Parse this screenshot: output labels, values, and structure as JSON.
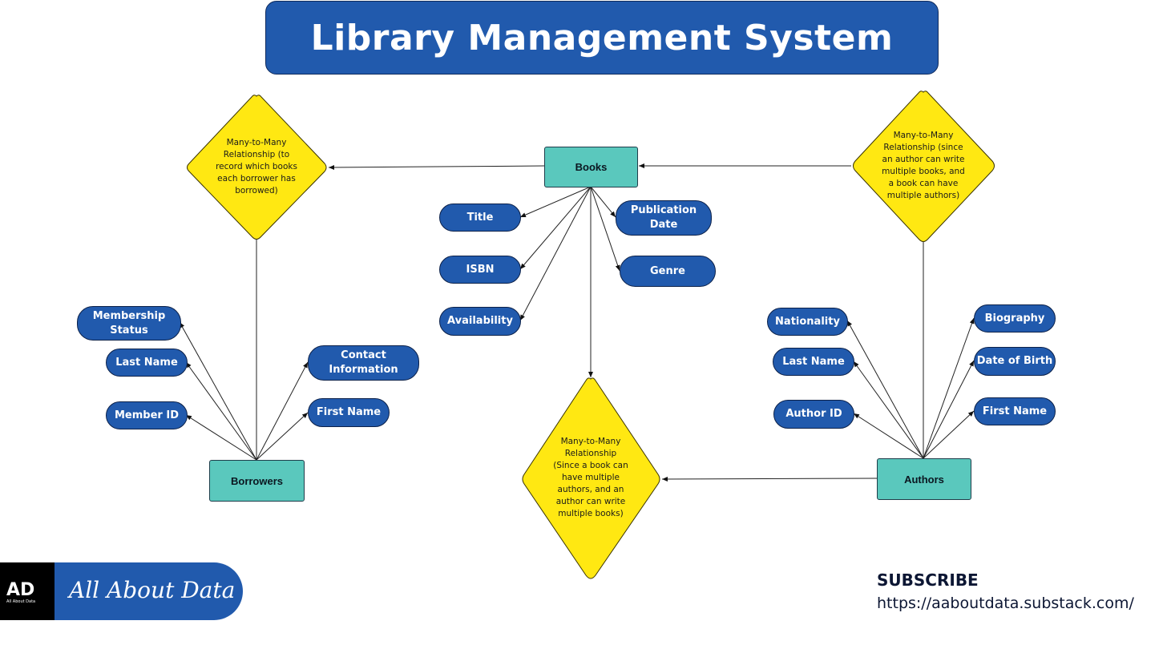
{
  "title": "Library Management System",
  "colors": {
    "banner": "#215aad",
    "entity": "#5ac8bd",
    "attribute": "#215aad",
    "relationship": "#ffe812",
    "text_dark": "#0c1633"
  },
  "entities": {
    "books": "Books",
    "borrowers": "Borrowers",
    "authors": "Authors"
  },
  "relationships": {
    "borrow": "Many-to-Many\nRelationship (to\nrecord which books\neach borrower has\nborrowed)",
    "write": "Many-to-Many\nRelationship (since\nan author can write\nmultiple books, and\na book can have\nmultiple authors)",
    "authorship": "Many-to-Many\nRelationship\n(Since a book can\nhave multiple\nauthors, and an\nauthor can write\nmultiple books)"
  },
  "attributes": {
    "books": {
      "title": "Title",
      "isbn": "ISBN",
      "availability": "Availability",
      "publication_date": "Publication\nDate",
      "genre": "Genre"
    },
    "borrowers": {
      "membership_status": "Membership\nStatus",
      "last_name": "Last Name",
      "member_id": "Member ID",
      "contact_information": "Contact\nInformation",
      "first_name": "First Name"
    },
    "authors": {
      "nationality": "Nationality",
      "last_name": "Last Name",
      "author_id": "Author ID",
      "biography": "Biography",
      "date_of_birth": "Date of Birth",
      "first_name": "First Name"
    }
  },
  "brand": {
    "logo": "AD",
    "logo_sub": "All About Data",
    "name": "All About Data"
  },
  "subscribe": {
    "heading": "SUBSCRIBE",
    "url": "https://aaboutdata.substack.com/"
  }
}
